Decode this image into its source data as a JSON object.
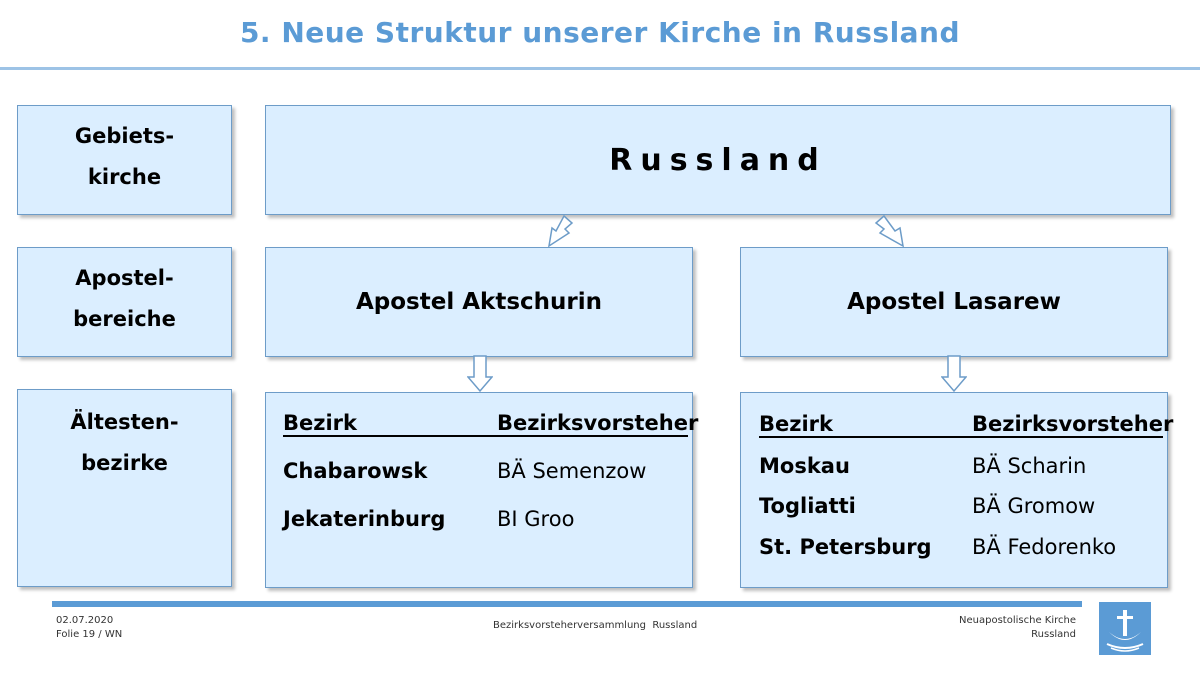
{
  "title": "5. Neue Struktur unserer Kirche in Russland",
  "row_labels": {
    "gebietskirche": [
      "Gebiets-",
      "kirche"
    ],
    "apostelbereiche": [
      "Apostel-",
      "bereiche"
    ],
    "aeltestenbezirke": [
      "Ältesten-",
      "bezirke"
    ]
  },
  "gebietskirche": "Russland",
  "apostel": {
    "left": "Apostel Aktschurin",
    "right": "Apostel Lasarew"
  },
  "table_headers": {
    "bezirk": "Bezirk",
    "vorsteher": "Bezirksvorsteher"
  },
  "left_districts": [
    {
      "bezirk": "Chabarowsk",
      "vorsteher": "BÄ Semenzow"
    },
    {
      "bezirk": "Jekaterinburg",
      "vorsteher": "BI Groo"
    }
  ],
  "right_districts": [
    {
      "bezirk": "Moskau",
      "vorsteher": "BÄ Scharin"
    },
    {
      "bezirk": "Togliatti",
      "vorsteher": "BÄ Gromow"
    },
    {
      "bezirk": "St. Petersburg",
      "vorsteher": "BÄ Fedorenko"
    }
  ],
  "footer": {
    "date": "02.07.2020",
    "slide": "Folie 19 / WN",
    "center": "Bezirksvorsteherversammlung  Russland",
    "org_line1": "Neuapostolische Kirche",
    "org_line2": "Russland"
  },
  "colors": {
    "accent": "#5b9bd5",
    "box_fill": "#dbeeff",
    "box_border": "#6d9cc8"
  },
  "logo_icon": "cross-ship-logo-icon"
}
